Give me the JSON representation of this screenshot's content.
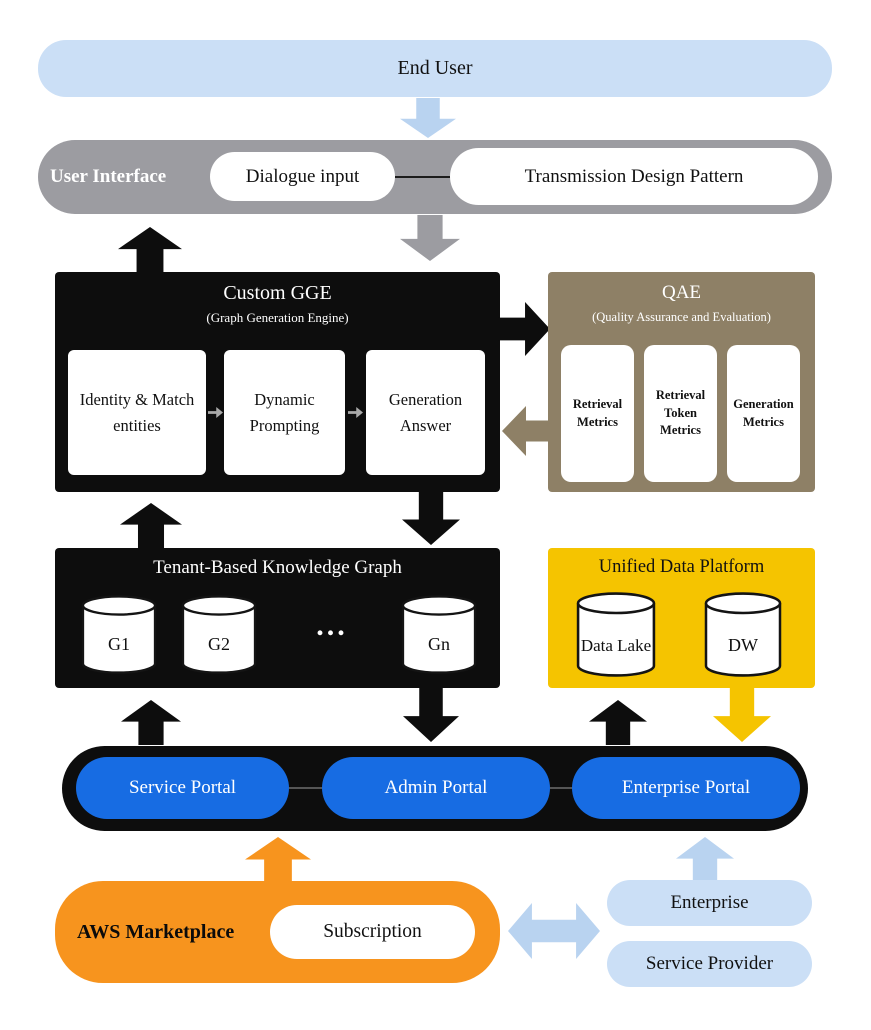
{
  "end_user": {
    "label": "End User"
  },
  "user_interface": {
    "title": "User Interface",
    "dialogue_input": "Dialogue input",
    "transmission_pattern": "Transmission Design Pattern"
  },
  "custom_gge": {
    "title": "Custom GGE",
    "subtitle": "(Graph Generation Engine)",
    "steps": [
      "Identity & Match entities",
      "Dynamic Prompting",
      "Generation Answer"
    ]
  },
  "qae": {
    "title": "QAE",
    "subtitle": "(Quality Assurance and Evaluation)",
    "metrics": [
      "Retrieval Metrics",
      "Retrieval Token Metrics",
      "Generation Metrics"
    ]
  },
  "knowledge_graph": {
    "title": "Tenant-Based Knowledge Graph",
    "databases": [
      "G1",
      "G2",
      "Gn"
    ],
    "ellipsis": "..."
  },
  "data_platform": {
    "title": "Unified Data Platform",
    "stores": [
      "Data Lake",
      "DW"
    ]
  },
  "portal_bar": {
    "portals": [
      "Service Portal",
      "Admin Portal",
      "Enterprise Portal"
    ]
  },
  "marketplace": {
    "title": "AWS Marketplace",
    "subscription": "Subscription"
  },
  "actors": {
    "enterprise": "Enterprise",
    "service_provider": "Service Provider"
  },
  "colors": {
    "light_blue": "#cbdff6",
    "gray": "#9c9ca1",
    "black": "#0d0d0d",
    "tan": "#8e8066",
    "yellow": "#f5c400",
    "portal_blue": "#176ce3",
    "orange": "#f7941e"
  }
}
